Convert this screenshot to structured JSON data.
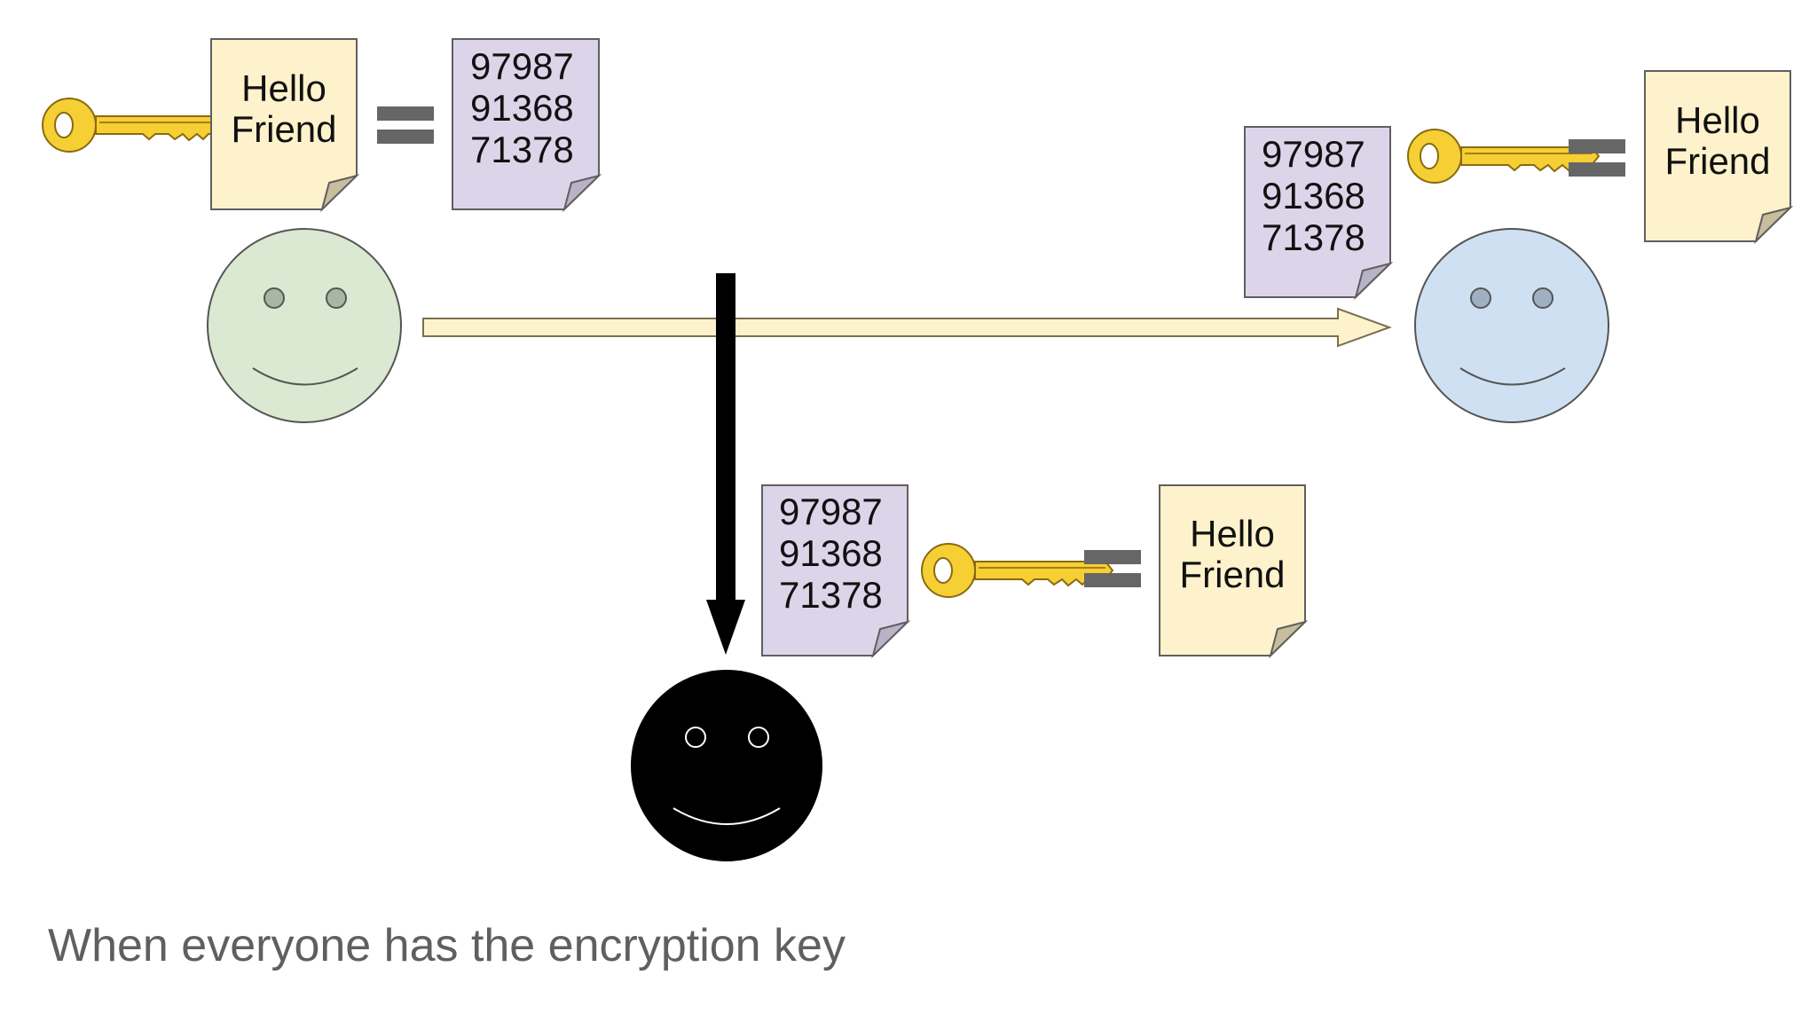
{
  "colors": {
    "plain_doc": "#fdf2cc",
    "cipher_doc": "#dcd5ea",
    "sender_face": "#dbe8d2",
    "receiver_face": "#cfe0f2",
    "eavesdropper_face": "#000000",
    "key_gold": "#f5cf34",
    "arrow_fill": "#fdf2cc",
    "equals_gray": "#666666"
  },
  "icons": {
    "key": "key-icon",
    "equals": "equals-icon"
  },
  "plaintext_doc": {
    "line1": "Hello",
    "line2": "Friend"
  },
  "ciphertext_doc": {
    "line1": "97987",
    "line2": "91368",
    "line3": "71378"
  },
  "caption": "When everyone has the encryption key"
}
